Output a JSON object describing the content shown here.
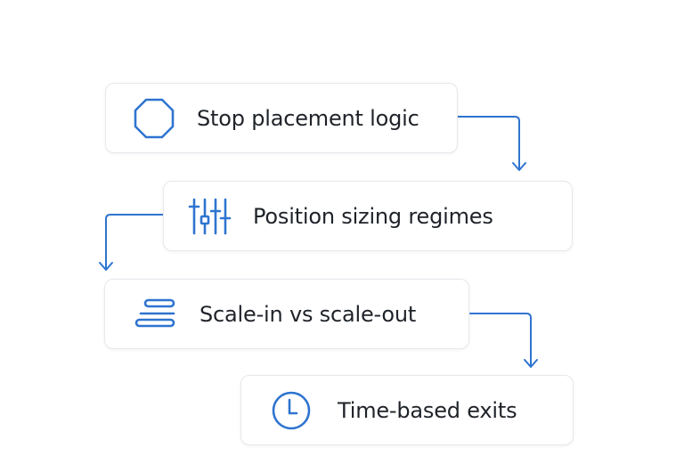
{
  "accent_color": "#2f74d0",
  "steps": [
    {
      "label": "Stop placement logic",
      "icon": "octagon-icon"
    },
    {
      "label": "Position sizing regimes",
      "icon": "sliders-icon"
    },
    {
      "label": "Scale-in vs scale-out",
      "icon": "stacked-bars-icon"
    },
    {
      "label": "Time-based exits",
      "icon": "clock-icon"
    }
  ]
}
